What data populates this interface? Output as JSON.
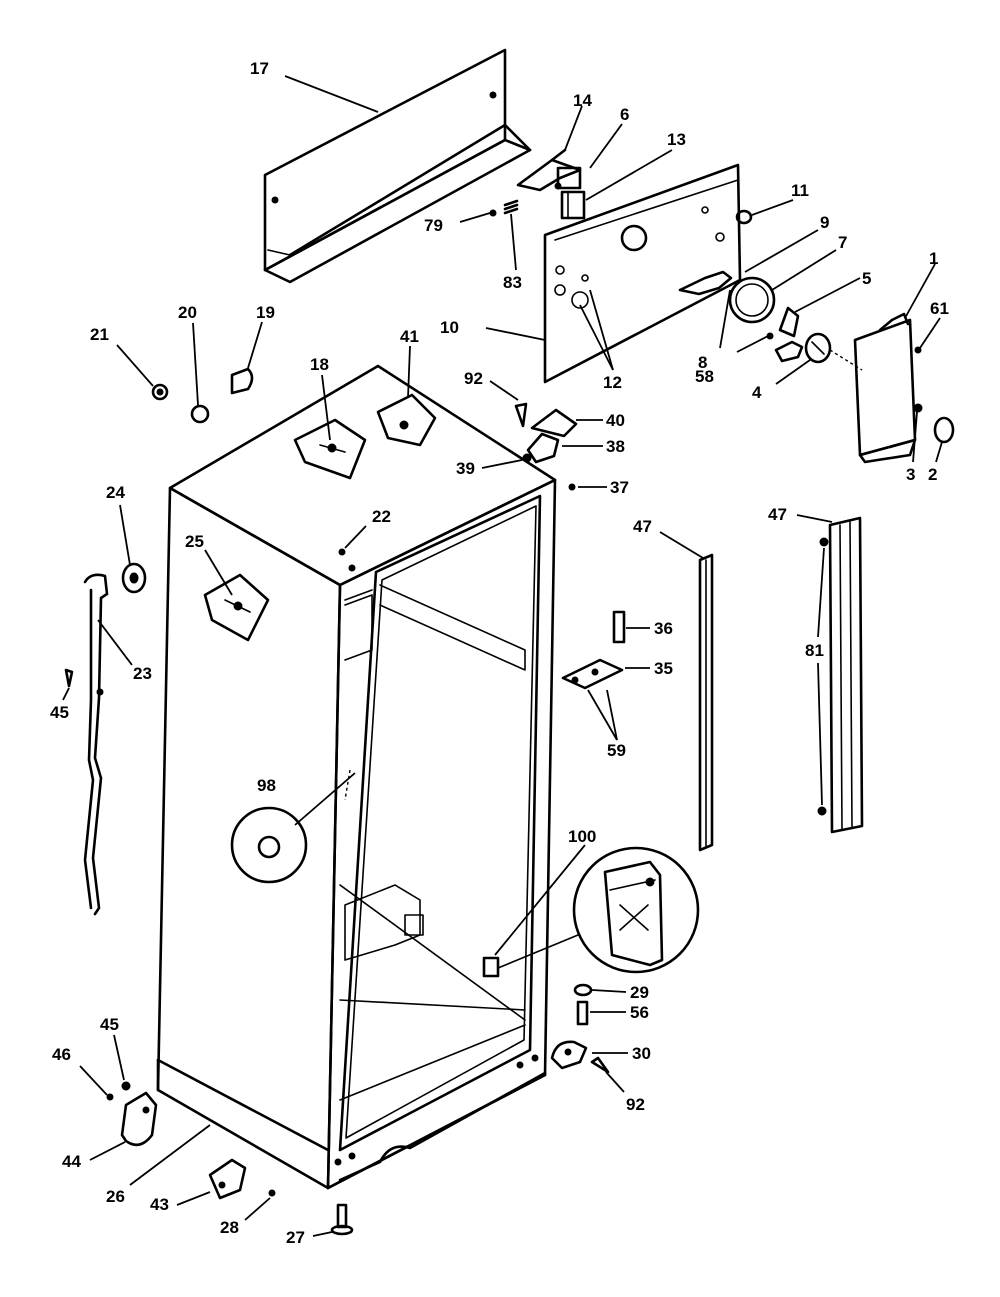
{
  "callouts": {
    "c17": "17",
    "c14": "14",
    "c6": "6",
    "c13": "13",
    "c79": "79",
    "c83": "83",
    "c11": "11",
    "c9": "9",
    "c7": "7",
    "c1": "1",
    "c5": "5",
    "c61a": "61",
    "c10": "10",
    "c12": "12",
    "c8": "8",
    "c58": "58",
    "c4": "4",
    "c3": "3",
    "c2": "2",
    "c21": "21",
    "c20": "20",
    "c19": "19",
    "c18": "18",
    "c41": "41",
    "c92a": "92",
    "c40": "40",
    "c38": "38",
    "c39": "39",
    "c37": "37",
    "c24": "24",
    "c22": "22",
    "c25": "25",
    "c23": "23",
    "c45a": "45",
    "c47a": "47",
    "c47b": "47",
    "c81": "81",
    "c36": "36",
    "c35": "35",
    "c59": "59",
    "c98": "98",
    "c100": "100",
    "c29": "29",
    "c56": "56",
    "c30": "30",
    "c92b": "92",
    "c45b": "45",
    "c46": "46",
    "c44": "44",
    "c26": "26",
    "c43": "43",
    "c28": "28",
    "c27": "27"
  }
}
